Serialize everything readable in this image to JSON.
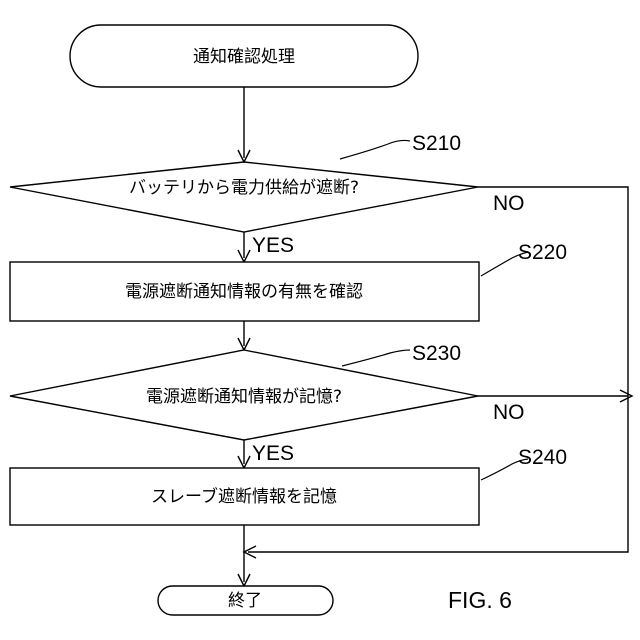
{
  "flowchart": {
    "start": {
      "label": "通知確認処理"
    },
    "s210": {
      "code": "S210",
      "label": "バッテリから電力供給が遮断?"
    },
    "s220": {
      "code": "S220",
      "label": "電源遮断通知情報の有無を確認"
    },
    "s230": {
      "code": "S230",
      "label": "電源遮断通知情報が記憶?"
    },
    "s240": {
      "code": "S240",
      "label": "スレーブ遮断情報を記憶"
    },
    "end": {
      "label": "終了"
    },
    "branches": {
      "yes": "YES",
      "no": "NO"
    }
  },
  "figure_label": "FIG. 6"
}
